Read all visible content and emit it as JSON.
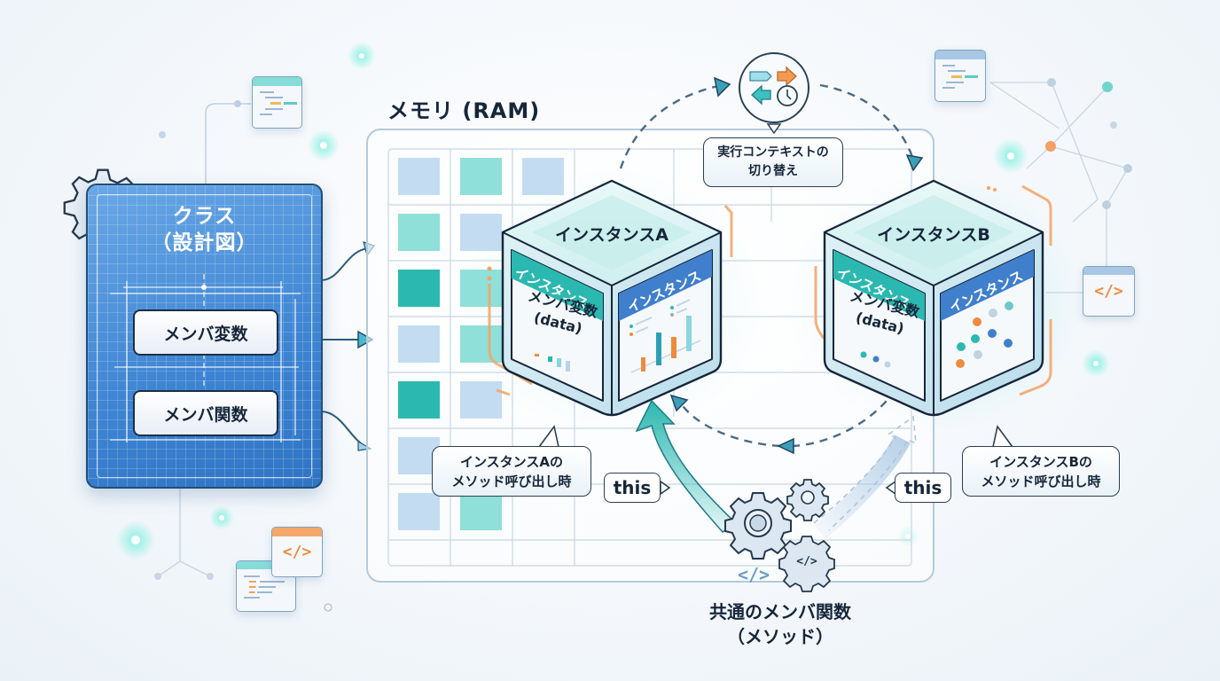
{
  "class_card": {
    "title_line1": "クラス",
    "title_line2": "（設計図）",
    "member_variables": "メンバ変数",
    "member_functions": "メンバ関数"
  },
  "memory": {
    "title": "メモリ (RAM)"
  },
  "instance_a": {
    "title": "インスタンスA",
    "left_face_header": "インスタンス",
    "right_face_header": "インスタンス",
    "left_face_line1": "メンバ変数",
    "left_face_line2": "(data)",
    "callout_line1": "インスタンスAの",
    "callout_line2": "メソッド呼び出し時",
    "this_label": "this"
  },
  "instance_b": {
    "title": "インスタンスB",
    "left_face_header": "インスタンス",
    "right_face_header": "インスタンス",
    "left_face_line1": "メンバ変数",
    "left_face_line2": "(data)",
    "callout_line1": "インスタンスBの",
    "callout_line2": "メソッド呼び出し時",
    "this_label": "this"
  },
  "context_switch": {
    "line1": "実行コンテキストの",
    "line2": "切り替え",
    "icon": "swap-clock-icon"
  },
  "shared_method": {
    "code_icon_text": "</>",
    "line1": "共通のメンバ関数",
    "line2": "（メソッド）"
  },
  "decor": {
    "code_window_text": "</>"
  },
  "colors": {
    "teal": "#2bb8b0",
    "blue": "#3d84d2",
    "orange": "#f08a3c",
    "dark": "#16263a"
  }
}
